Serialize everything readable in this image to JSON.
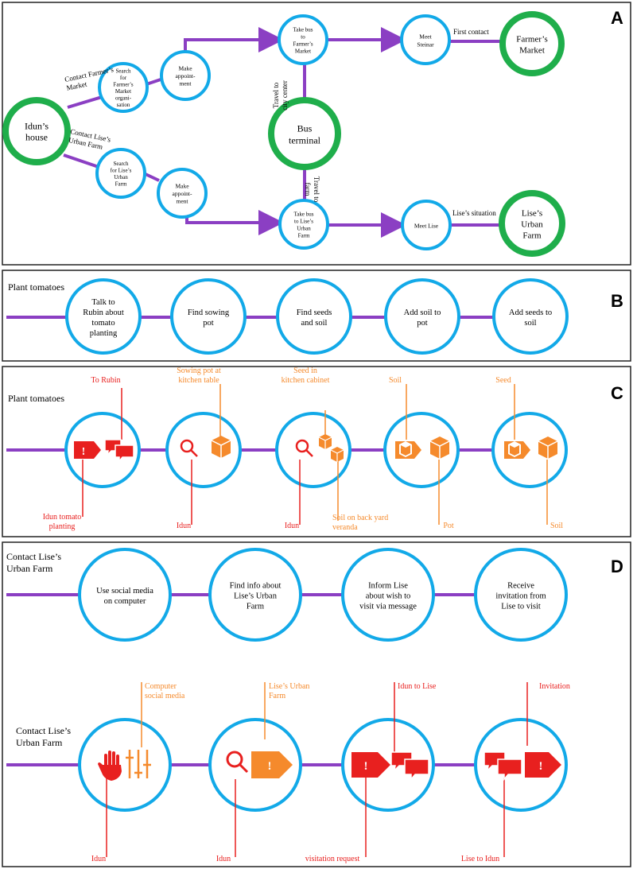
{
  "colors": {
    "purple": "#8b3fc3",
    "cyan": "#12a9e8",
    "green": "#1fae4b",
    "red": "#e8201f",
    "orange": "#f58a2c",
    "frame": "#222222"
  },
  "panel_a": {
    "letter": "A",
    "nodes": {
      "idun_house": "Idun’s\nhouse",
      "search_market": "Search\nfor\nFarmer’s\nMarket\norgani-\nsation",
      "make_appt_1": "Make\nappoint-\nment",
      "take_bus_market": "Take bus\nto\nFarmer’s\nMarket",
      "bus_terminal": "Bus\nterminal",
      "meet_steinar": "Meet\nSteinar",
      "farmers_market": "Farmer’s\nMarket",
      "search_lise": "Search\nfor Lise’s\nUrban\nFarm",
      "make_appt_2": "Make\nappoint-\nment",
      "take_bus_lise": "Take bus\nto Lise’s\nUrban\nFarm",
      "meet_lise": "Meet Lise",
      "lise_farm": "Lise’s\nUrban\nFarm"
    },
    "labels": {
      "contact_market": "Contact Farmer’s\nMarket",
      "contact_lise": "Contact Lise’s\nUrban Farm",
      "travel_city": "Travel to\ncity center",
      "travel_farm": "Travel to\nfarm",
      "first_contact": "First contact",
      "lise_situation": "Lise’s situation"
    }
  },
  "panel_b": {
    "letter": "B",
    "title": "Plant tomatoes",
    "steps": [
      "Talk to\nRubin about\ntomato\nplanting",
      "Find sowing\npot",
      "Find seeds\nand soil",
      "Add soil to\npot",
      "Add seeds to\nsoil"
    ]
  },
  "panel_c": {
    "letter": "C",
    "title": "Plant tomatoes",
    "top_labels": [
      "To Rubin",
      "Sowing pot at\nkitchen table",
      "Seed in\nkitchen cabinet",
      "Soil",
      "Seed"
    ],
    "bottom_labels": [
      "Idun tomato\nplanting",
      "Idun",
      "Idun",
      "Soil on back yard\nveranda",
      "Pot",
      "Soil"
    ],
    "icons": {
      "alert": "!"
    }
  },
  "panel_d": {
    "letter": "D",
    "title_top": "Contact Lise’s\nUrban Farm",
    "title_bottom": "Contact Lise’s\nUrban Farm",
    "steps": [
      "Use social media\non computer",
      "Find info about\nLise’s Urban\nFarm",
      "Inform Lise\nabout wish to\nvisit via message",
      "Receive\ninvitation from\nLise to visit"
    ],
    "top_labels": [
      "Computer\nsocial media",
      "Lise’s Urban\nFarm",
      "Idun to Lise",
      "Invitation"
    ],
    "bottom_labels": [
      "Idun",
      "Idun",
      "visitation request",
      "Lise to Idun"
    ],
    "icons": {
      "alert": "!"
    }
  }
}
